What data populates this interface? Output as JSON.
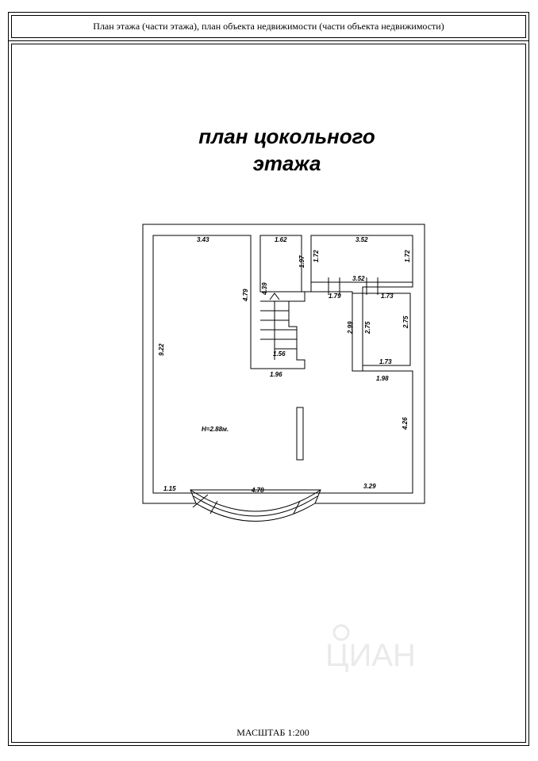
{
  "header": {
    "text": "План этажа (части этажа), план объекта недвижимости (части объекта недвижимости)"
  },
  "title": {
    "line1": "план цокольного",
    "line2": "этажа"
  },
  "height_label": "H=2.88м.",
  "dimensions": {
    "d343": "3.43",
    "d162": "1.62",
    "d352_top": "3.52",
    "d197": "1.97",
    "d172_left": "1.72",
    "d172_right": "1.72",
    "d479": "4.79",
    "d439": "4.39",
    "d352_mid": "3.52",
    "d179": "1.79",
    "d173_top": "1.73",
    "d299": "2.99",
    "d275_left": "2.75",
    "d275_right": "2.75",
    "d922": "9.22",
    "d156": "1.56",
    "d173_bottom": "1.73",
    "d196": "1.96",
    "d198": "1.98",
    "d426": "4.26",
    "d115": "1.15",
    "d478": "4.78",
    "d329": "3.29"
  },
  "scale": "МАСШТАБ 1:200",
  "watermark": "ЦИАН"
}
